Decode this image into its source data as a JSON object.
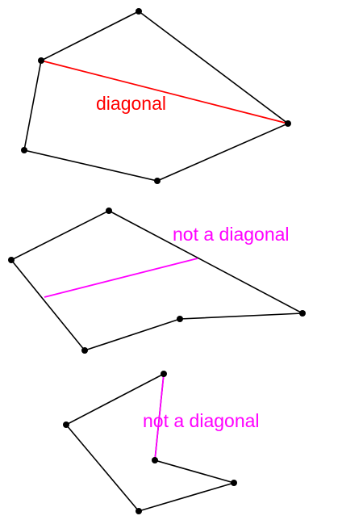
{
  "colors": {
    "edge": "#000000",
    "vertex": "#000000",
    "diagonal": "#ff0000",
    "not_diagonal": "#ff00ff",
    "background": "#ffffff"
  },
  "polygons": [
    {
      "label": "diagonal",
      "label_color": "#ff0000",
      "diagonal_color": "#ff0000"
    },
    {
      "label": "not a diagonal",
      "label_color": "#ff00ff",
      "diagonal_color": "#ff00ff"
    },
    {
      "label": "not a diagonal",
      "label_color": "#ff00ff",
      "diagonal_color": "#ff00ff"
    }
  ]
}
